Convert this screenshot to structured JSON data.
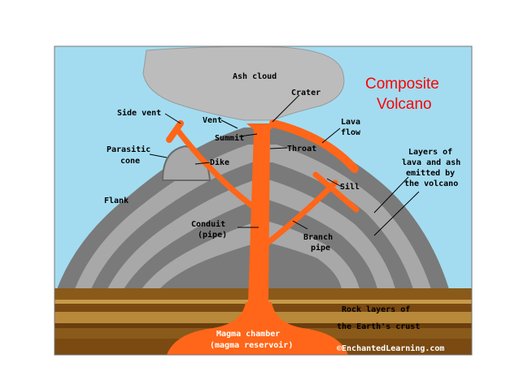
{
  "title_line1": "Composite",
  "title_line2": "Volcano",
  "labels": {
    "ash_cloud": "Ash cloud",
    "crater": "Crater",
    "side_vent": "Side vent",
    "vent": "Vent",
    "summit": "Summit",
    "lava_flow_1": "Lava",
    "lava_flow_2": "flow",
    "parasitic_1": "Parasitic",
    "parasitic_2": "cone",
    "throat": "Throat",
    "dike": "Dike",
    "layers_1": "Layers of",
    "layers_2": "lava and ash",
    "layers_3": "emitted by",
    "layers_4": "the volcano",
    "sill": "Sill",
    "flank": "Flank",
    "conduit_1": "Conduit",
    "conduit_2": "(pipe)",
    "branch_1": "Branch",
    "branch_2": "pipe",
    "rock_1": "Rock layers of",
    "rock_2": "the Earth's crust",
    "magma_1": "Magma chamber",
    "magma_2": "(magma reservoir)",
    "credit": "©EnchantedLearning.com"
  },
  "colors": {
    "sky": "#a3dcf0",
    "magma": "#ff6619",
    "ash": "#b8b8b8",
    "layer_dark": "#7a7a7a",
    "layer_light": "#a8a8a8",
    "rock_brown": "#8a5a1a",
    "rock_tan": "#b8893a",
    "title_red": "#ff0000"
  }
}
